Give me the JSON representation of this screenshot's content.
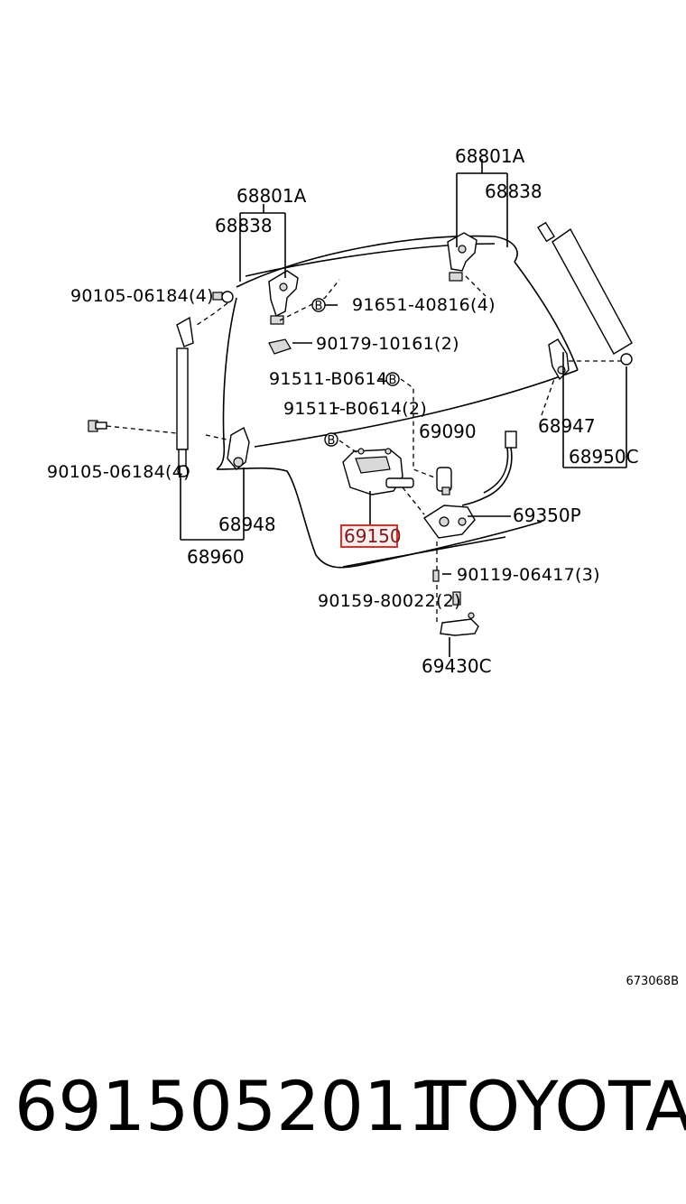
{
  "diagram": {
    "labels": {
      "p68801a_right": "68801A",
      "p68838_right": "68838",
      "p68801a_left": "68801A",
      "p68838_left": "68838",
      "p90105_top": "90105-06184(4)",
      "p91651": "91651-40816(4)",
      "p90179": "90179-10161(2)",
      "p91511_a": "91511-B0614",
      "p91511_b": "91511-B0614(2)",
      "p69090": "69090",
      "p68947": "68947",
      "p68950c": "68950C",
      "p90105_bottom": "90105-06184(4)",
      "p68948": "68948",
      "p69150": "69150",
      "p69350p": "69350P",
      "p68960": "68960",
      "p90119": "90119-06417(3)",
      "p90159": "90159-80022(2)",
      "p69430c": "69430C"
    },
    "badge_letter": "B",
    "reference_code": "673068B",
    "highlight_color": "#d9302c"
  },
  "footer": {
    "part_number": "6915052011",
    "brand": "TOYOTA"
  }
}
